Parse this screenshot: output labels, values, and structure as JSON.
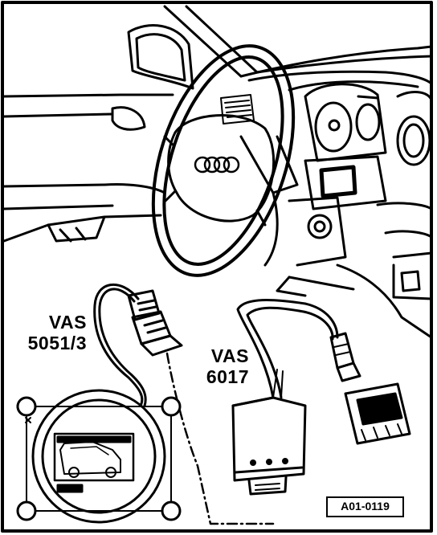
{
  "callouts": {
    "vas5051": [
      "VAS",
      "5051/3"
    ],
    "vas6017": [
      "VAS",
      "6017"
    ]
  },
  "figure_code": "A01-0119",
  "colors": {
    "ink": "#000000",
    "paper": "#ffffff"
  }
}
